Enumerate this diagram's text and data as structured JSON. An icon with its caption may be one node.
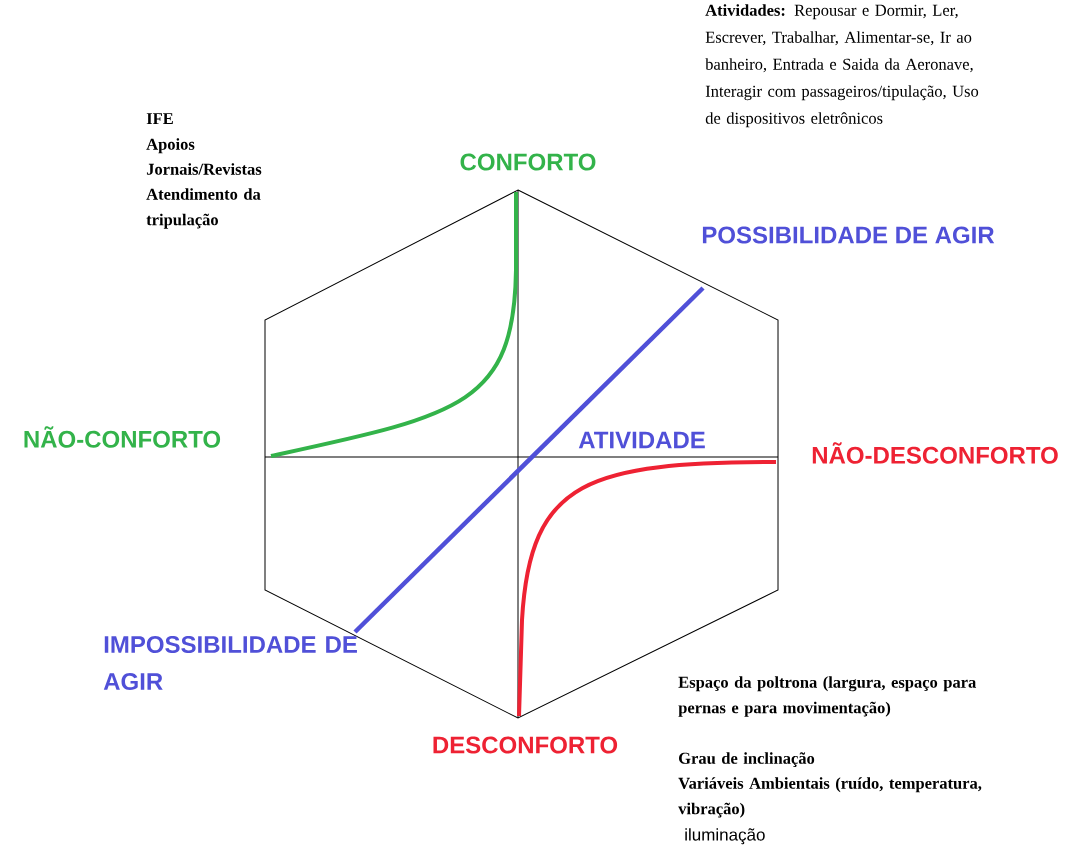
{
  "diagram": {
    "labels": [
      "**Atividades:** Repousar e Dormir, Ler, Escrever, Trabalhar, Alimentar-se, Ir ao banheiro, Entrada e Saida da Aeronave, Interagir com passageiros/tipulação, Uso de dispositivos eletrônicos",
      "IFE",
      "Apoios",
      "Jornais/Revistas",
      "Atendimento da tripulação",
      "CONFORTO",
      "POSSIBILIDADE DE AGIR",
      "NÃO-CONFORTO",
      "ATIVIDADE",
      "NÃO-DESCONFORTO",
      "IMPOSSIBILIDADE DE AGIR",
      "DESCONFORTO",
      "Espaço da poltrona (largura, espaço para pernas e para movimentação)",
      "Grau de inclinação",
      "Variáveis Ambientais (ruído, temperatura, vibração)",
      "iluminação"
    ]
  }
}
